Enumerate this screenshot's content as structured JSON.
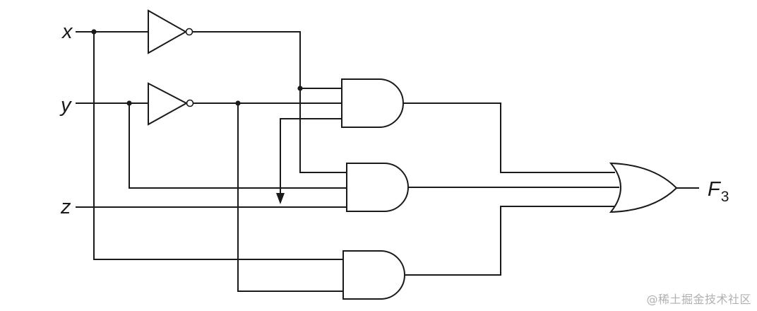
{
  "inputs": {
    "x": "x",
    "y": "y",
    "z": "z"
  },
  "output": {
    "name": "F",
    "subscript": "3"
  },
  "watermark": "@稀土掘金技术社区",
  "colors": {
    "line": "#1a1a1a",
    "background": "#ffffff",
    "watermark": "#b0b0b0"
  }
}
